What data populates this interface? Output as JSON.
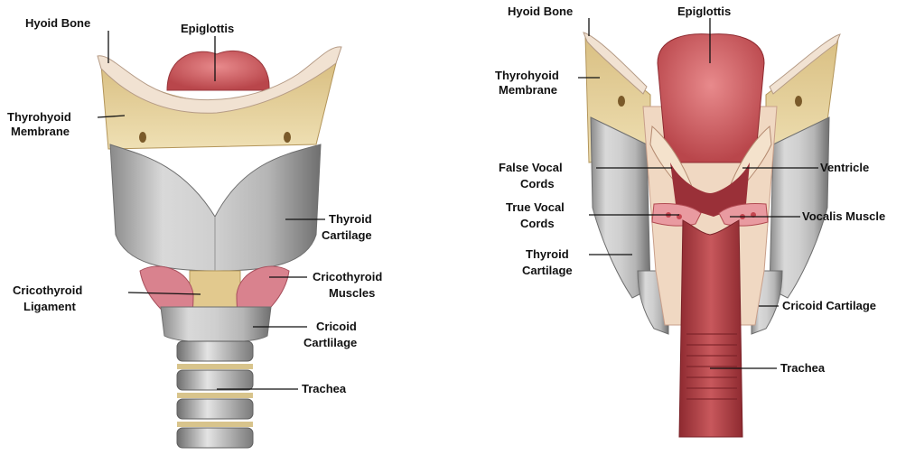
{
  "anterior_view": {
    "labels": [
      {
        "id": "hyoid_bone",
        "lines": [
          "Hyoid Bone"
        ]
      },
      {
        "id": "epiglottis",
        "lines": [
          "Epiglottis"
        ]
      },
      {
        "id": "thyrohyoid_membrane",
        "lines": [
          "Thyrohyoid",
          "Membrane"
        ]
      },
      {
        "id": "thyroid_cartilage",
        "lines": [
          "Thyroid",
          "Cartilage"
        ]
      },
      {
        "id": "cricothyroid_ligament",
        "lines": [
          "Cricothyroid",
          "Ligament"
        ]
      },
      {
        "id": "cricothyroid_muscles",
        "lines": [
          "Cricothyroid",
          "Muscles"
        ]
      },
      {
        "id": "cricoid_cartilage",
        "lines": [
          "Cricoid",
          "Cartlilage"
        ]
      },
      {
        "id": "trachea",
        "lines": [
          "Trachea"
        ]
      }
    ]
  },
  "section_view": {
    "labels": [
      {
        "id": "hyoid_bone",
        "lines": [
          "Hyoid Bone"
        ]
      },
      {
        "id": "epiglottis",
        "lines": [
          "Epiglottis"
        ]
      },
      {
        "id": "thyrohyoid_membrane",
        "lines": [
          "Thyrohyoid",
          "Membrane"
        ]
      },
      {
        "id": "false_vocal_cords",
        "lines": [
          "False Vocal",
          "Cords"
        ]
      },
      {
        "id": "ventricle",
        "lines": [
          "Ventricle"
        ]
      },
      {
        "id": "true_vocal_cords",
        "lines": [
          "True Vocal",
          "Cords"
        ]
      },
      {
        "id": "vocalis_muscle",
        "lines": [
          "Vocalis Muscle"
        ]
      },
      {
        "id": "thyroid_cartilage",
        "lines": [
          "Thyroid",
          "Cartilage"
        ]
      },
      {
        "id": "cricoid_cartilage",
        "lines": [
          "Cricoid Cartilage"
        ]
      },
      {
        "id": "trachea",
        "lines": [
          "Trachea"
        ]
      }
    ]
  },
  "colors": {
    "membrane": "#e3cf9c",
    "membrane_shade": "#c9ae72",
    "bone": "#f1e2d2",
    "cartilage": "#c8c8c8",
    "cartilage_shade": "#8f8f8f",
    "muscle": "#d9828e",
    "tissue_red": "#b9464b",
    "tissue_dark": "#8e2a30",
    "ring": "#d8c48c"
  }
}
